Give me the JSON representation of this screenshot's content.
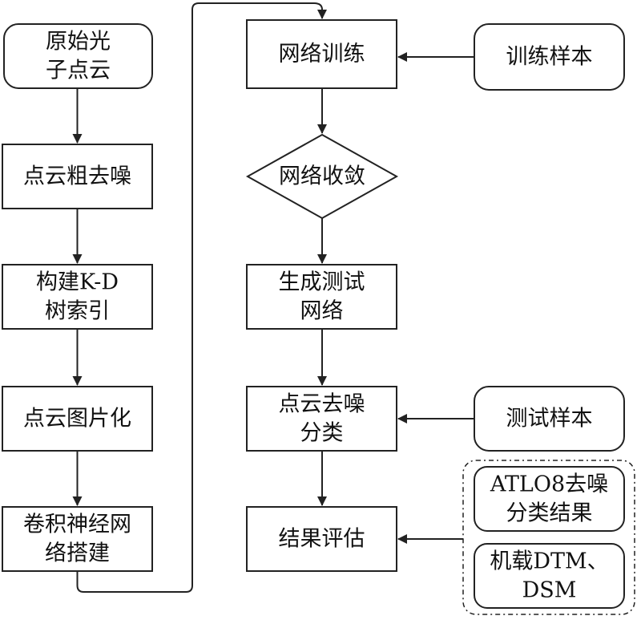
{
  "nodes": {
    "raw_point_cloud": [
      "原始光",
      "子点云"
    ],
    "coarse_denoise": [
      "点云粗去噪"
    ],
    "kd_tree_index": [
      "构建K-D",
      "树索引"
    ],
    "point_cloud_to_image": [
      "点云图片化"
    ],
    "cnn_build": [
      "卷积神经网",
      "络搭建"
    ],
    "network_training": [
      "网络训练"
    ],
    "training_samples": [
      "训练样本"
    ],
    "network_convergence": [
      "网络收敛"
    ],
    "generate_test_network": [
      "生成测试",
      "网络"
    ],
    "denoise_classification": [
      "点云去噪",
      "分类"
    ],
    "test_samples": [
      "测试样本"
    ],
    "result_evaluation": [
      "结果评估"
    ],
    "atl08_results": [
      "ATLO8去噪",
      "分类结果"
    ],
    "airborne_dtm_dsm": [
      "机载DTM、",
      "DSM"
    ]
  },
  "colors": {
    "stroke": "#222222",
    "text": "#111111",
    "background": "#ffffff"
  }
}
